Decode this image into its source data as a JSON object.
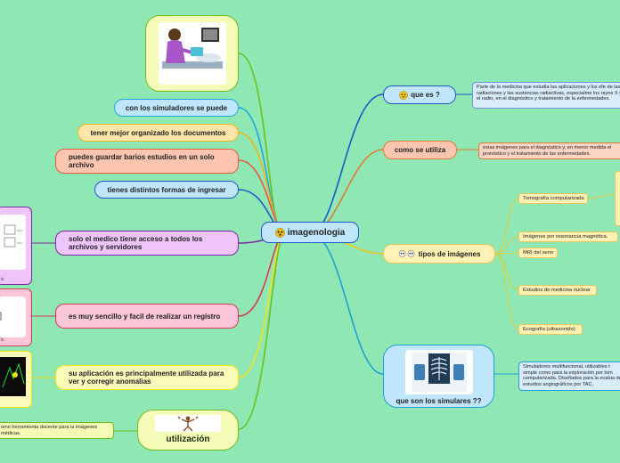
{
  "center": {
    "label": "imagenologia",
    "icon": "radioactive-face-icon"
  },
  "right": {
    "que_es": {
      "label": "que es ?",
      "icon": "thinking-face-icon",
      "detail": "Parte de la medicina que estudia las aplicaciones y los efe de las radiaciones y las sustancias radiactivas, especialme los rayos X y el radio, en el diagnóstico y tratamiento de la enfermedades."
    },
    "como_se_utiliza": {
      "label": "como se utiliza",
      "detail": "estas imágenes para el diagnóstico y, en menor medida el pronóstico y el tratamiento de las enfermedades."
    },
    "tipos": {
      "label": "tipos de imágenes",
      "icon": "skull-icons",
      "items": [
        "Tomografía computarizada",
        "Imágenes por resonancia magnética.",
        "MRI del seno",
        "Estudios de medicina nuclear",
        "Ecografía (ultrasonido)"
      ]
    },
    "simuladores": {
      "label": "que son los simulares ??",
      "image": "chest-xray-image",
      "detail": "Simuladores multifuncional, utilizables t simple como para la exploración por tom computarizada. Diseñados para la evalua de estudios angiográficos por TAC,"
    }
  },
  "left": {
    "image_top": "radiology-technician-image",
    "items": [
      "con los simuladores se puede",
      "tener mejor organizado los documentos",
      "puedes guardar barios estudios en un solo archivo",
      "tienes distintos formas de ingresar",
      "solo el medico tiene acceso a todos los archivos y servidores",
      "es muy sencillo y facil de realizar un registro",
      "su aplicación es principalmente utilizada para  ver y corregir anomalias"
    ],
    "utilizacion": {
      "label": "utilización",
      "image": "skeleton-image",
      "detail": "omo herramienta docente para la imágenes médicas."
    },
    "captions": [
      "ic",
      "ic"
    ]
  },
  "colors": {
    "background": "#8fe8b3",
    "blue": "#1f56c9",
    "orange": "#e07a3a",
    "yellow": "#f2c51a",
    "purple": "#7a2aa0",
    "crimson": "#d83a55",
    "green": "#6dbf1d"
  }
}
